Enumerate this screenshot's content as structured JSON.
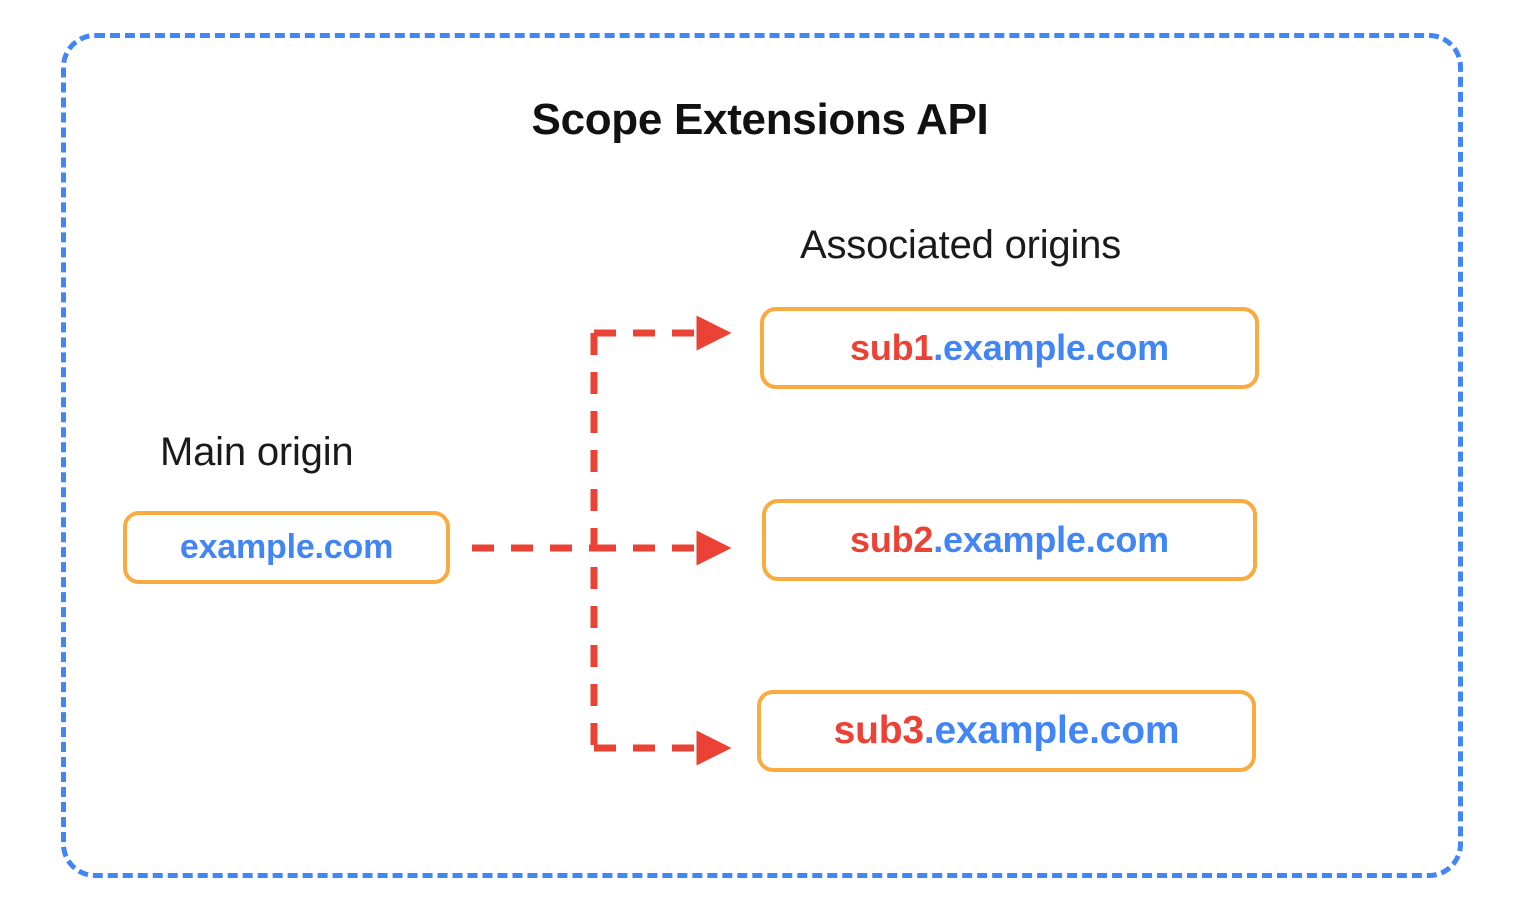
{
  "diagram": {
    "title": "Scope Extensions API",
    "frame": {
      "style": "dashed-rounded-rectangle",
      "border_color": "#4285F4"
    },
    "colors": {
      "frame_blue": "#4285F4",
      "box_orange": "#F9AB40",
      "arrow_red": "#EA4335",
      "subdomain_red": "#EA4335",
      "domain_blue": "#4285F4",
      "text_black": "#1a1a1a",
      "background": "#ffffff"
    },
    "sections": {
      "main_origin_label": "Main origin",
      "associated_origins_label": "Associated origins"
    },
    "main_origin": {
      "sub": "",
      "domain": "example.com",
      "full": "example.com"
    },
    "associated_origins": [
      {
        "sub": "sub1",
        "domain": ".example.com",
        "full": "sub1.example.com"
      },
      {
        "sub": "sub2",
        "domain": ".example.com",
        "full": "sub2.example.com"
      },
      {
        "sub": "sub3",
        "domain": ".example.com",
        "full": "sub3.example.com"
      }
    ],
    "connectors": {
      "style": "dashed-red-arrow",
      "count": 3,
      "description": "Main origin branches to three associated origins"
    }
  }
}
